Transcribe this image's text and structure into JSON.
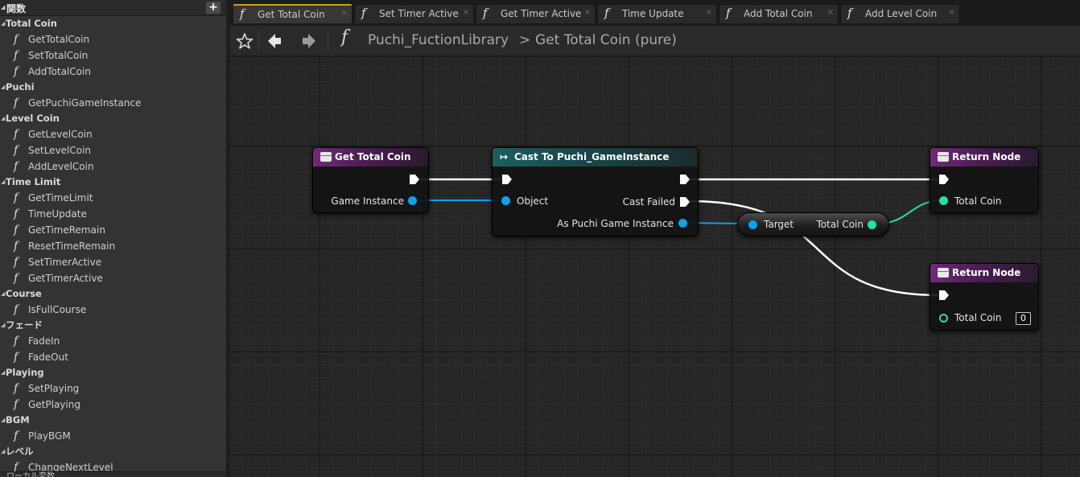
{
  "panel": {
    "title": "関数",
    "add_label": "+",
    "categories": [
      {
        "name": "Total Coin",
        "items": [
          "GetTotalCoin",
          "SetTotalCoin",
          "AddTotalCoin"
        ]
      },
      {
        "name": "Puchi",
        "items": [
          "GetPuchiGameInstance"
        ]
      },
      {
        "name": "Level Coin",
        "items": [
          "GetLevelCoin",
          "SetLevelCoin",
          "AddLevelCoin"
        ]
      },
      {
        "name": "Time Limit",
        "items": [
          "GetTimeLimit",
          "TimeUpdate",
          "GetTimeRemain",
          "ResetTimeRemain",
          "SetTimerActive",
          "GetTimerActive"
        ]
      },
      {
        "name": "Course",
        "items": [
          "IsFullCourse"
        ]
      },
      {
        "name": "フェード",
        "items": [
          "FadeIn",
          "FadeOut"
        ]
      },
      {
        "name": "Playing",
        "items": [
          "SetPlaying",
          "GetPlaying"
        ]
      },
      {
        "name": "BGM",
        "items": [
          "PlayBGM"
        ]
      },
      {
        "name": "レベル",
        "items": [
          "ChangeNextLevel"
        ]
      }
    ],
    "bottom_label": "ローカル変数"
  },
  "tabs": [
    {
      "label": "Get Total Coin",
      "active": true
    },
    {
      "label": "Set Timer Active",
      "active": false
    },
    {
      "label": "Get Timer Active",
      "active": false
    },
    {
      "label": "Time Update",
      "active": false
    },
    {
      "label": "Add Total Coin",
      "active": false
    },
    {
      "label": "Add Level Coin",
      "active": false
    }
  ],
  "tab_close_glyph": "×",
  "icons": {
    "function": "f",
    "star": "star-icon",
    "back": "back-arrow-icon",
    "forward": "forward-arrow-icon"
  },
  "breadcrumb": {
    "root": "Puchi_FuctionLibrary",
    "separator": ">",
    "current": "Get Total Coin (pure)"
  },
  "nodes": {
    "get_total_coin": {
      "title": "Get Total Coin",
      "pin_game_instance": "Game Instance"
    },
    "cast": {
      "icon": "↦",
      "title": "Cast To Puchi_GameInstance",
      "pin_object": "Object",
      "pin_cast_failed": "Cast Failed",
      "pin_as": "As Puchi Game Instance"
    },
    "getter": {
      "pin_target": "Target",
      "pin_total_coin": "Total Coin"
    },
    "return1": {
      "title": "Return Node",
      "pin_total_coin": "Total Coin"
    },
    "return2": {
      "title": "Return Node",
      "pin_total_coin": "Total Coin",
      "default_value": "0"
    }
  },
  "colors": {
    "accent_tab": "#d49a17",
    "object_pin": "#0aa3f0",
    "int_pin": "#22e0a8",
    "exec_wire": "#ffffff",
    "function_header": "#6f2a78",
    "cast_header": "#1e5e5f"
  }
}
